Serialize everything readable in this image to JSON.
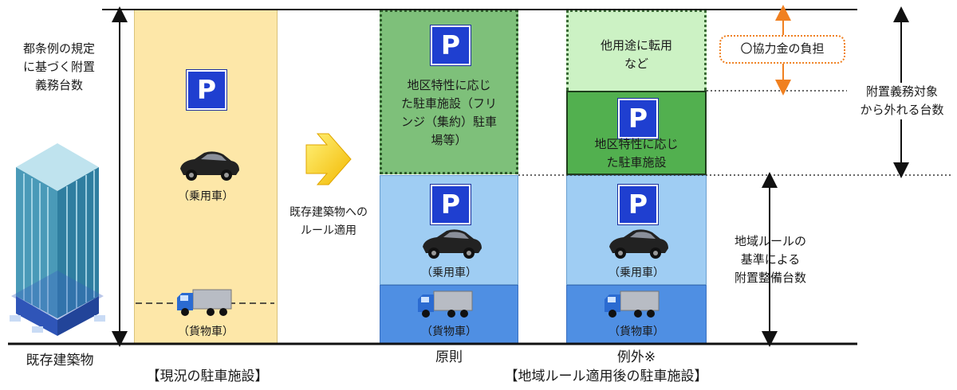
{
  "left_label": "都条例の規定\nに基づく附置\n義務台数",
  "existing_building": "既存建築物",
  "current": {
    "parking_sign": "P",
    "car_label": "（乗用車）",
    "truck_label": "（貨物車）",
    "caption": "【現況の駐車施設】"
  },
  "arrow_label": "既存建築物への\nルール適用",
  "principle": {
    "green_text": "地区特性に応じ\nた駐車施設（フリ\nンジ（集約）駐車\n場等）",
    "car_label": "（乗用車）",
    "truck_label": "（貨物車）",
    "bottom_label": "原則",
    "parking_sign": "P"
  },
  "exception": {
    "light_text": "他用途に転用\nなど",
    "green_text": "地区特性に応じ\nた駐車施設",
    "car_label": "（乗用車）",
    "truck_label": "（貨物車）",
    "bottom_label": "例外※",
    "parking_sign": "P"
  },
  "contribution": "〇協力金の負担",
  "excluded_label": "附置義務対象\nから外れる台数",
  "regional_label": "地域ルールの\n基準による\n附置整備台数",
  "after_caption": "【地域ルール適用後の駐車施設】",
  "colors": {
    "current_fill": "#fde7a8",
    "green_dotted": "#7ec07a",
    "green_solid": "#52b04f",
    "light_green": "#ccf2c4",
    "light_blue": "#9fcdf3",
    "blue": "#4f8fe3",
    "parking_blue": "#1f3fd0",
    "orange": "#f08020"
  }
}
